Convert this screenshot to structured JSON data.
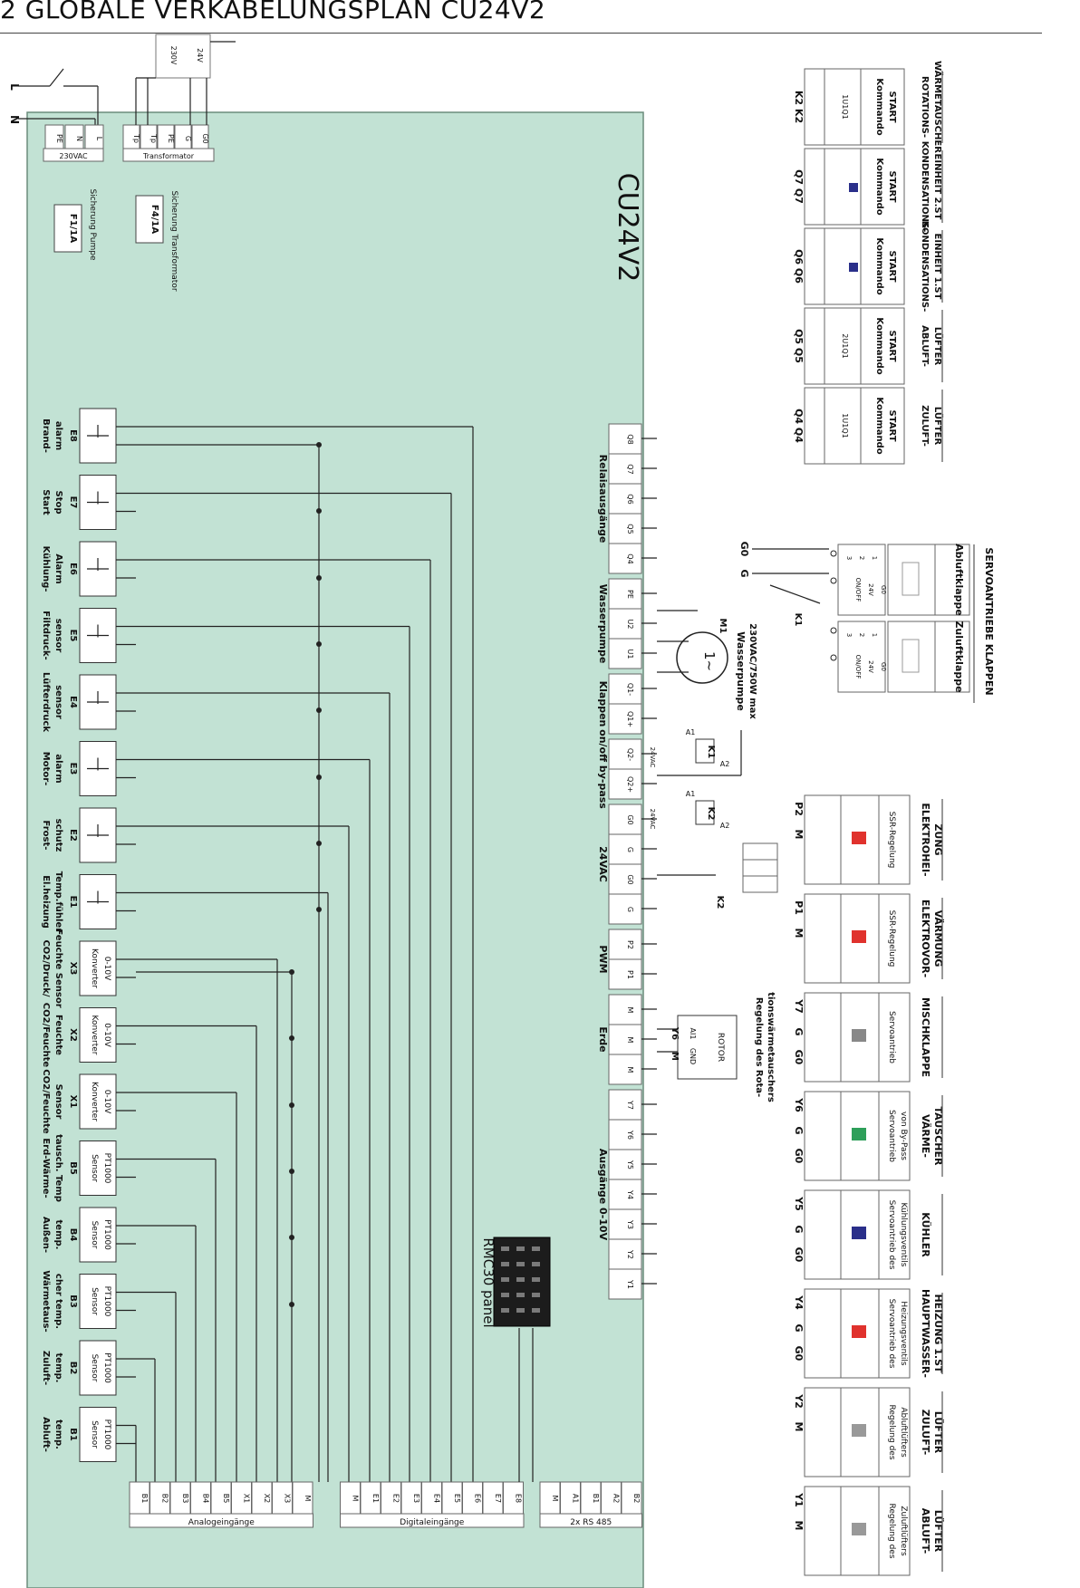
{
  "title": "2   GLOBALE VERKABELUNGSPLAN CU24V2",
  "controller": {
    "name": "CU24V2",
    "panel": "RMC30 panel"
  },
  "supply": {
    "left_labels": [
      "N",
      "L"
    ],
    "terminals_230": [
      "PE",
      "N",
      "L"
    ],
    "label_230": "230VAC",
    "terminals_trafo": [
      "Tp",
      "Tp",
      "PE",
      "G",
      "G0"
    ],
    "label_trafo": "Transformator",
    "trafo_voltages": [
      "230V",
      "24V"
    ]
  },
  "fuses": [
    {
      "id": "F1/1A",
      "label": "Sicherung Pumpe"
    },
    {
      "id": "F4/1A",
      "label": "Sicherung Transformator"
    }
  ],
  "inputs_top": [
    {
      "l1": "Brand-",
      "l2": "alarm",
      "code": "E8",
      "type": "contact"
    },
    {
      "l1": "Start",
      "l2": "Stop",
      "code": "E7",
      "type": "contact"
    },
    {
      "l1": "Kühlung-",
      "l2": "Alarm",
      "code": "E6",
      "type": "contact"
    },
    {
      "l1": "Filtdruck-",
      "l2": "sensor",
      "code": "E5",
      "type": "contact"
    },
    {
      "l1": "Lüfterdruck",
      "l2": "sensor",
      "code": "E4",
      "type": "contact"
    },
    {
      "l1": "Motor-",
      "l2": "alarm",
      "code": "E3",
      "type": "contact"
    },
    {
      "l1": "Frost-",
      "l2": "schutz",
      "code": "E2",
      "type": "contact"
    },
    {
      "l1": "El.heizung",
      "l2": "Temp.fühler",
      "code": "E1",
      "type": "contact"
    },
    {
      "l1": "CO2/Druck/",
      "l2": "Feuchte Sensor",
      "code": "X3",
      "type": "conv",
      "box1": "Konverter",
      "box2": "0-10V"
    },
    {
      "l1": "CO2/Feuchte",
      "l2": "Feuchte",
      "code": "X2",
      "type": "conv",
      "box1": "Konverter",
      "box2": "0-10V"
    },
    {
      "l1": "CO2/Feuchte",
      "l2": "Sensor",
      "code": "X1",
      "type": "conv",
      "box1": "Konverter",
      "box2": "0-10V"
    },
    {
      "l1": "Erd-Wärme-",
      "l2": "tausch. Temp",
      "code": "B5",
      "type": "sensor",
      "box1": "Sensor",
      "box2": "PT1000"
    },
    {
      "l1": "Außen-",
      "l2": "temp.",
      "code": "B4",
      "type": "sensor",
      "box1": "Sensor",
      "box2": "PT1000"
    },
    {
      "l1": "Wärmetaus-",
      "l2": "cher temp.",
      "code": "B3",
      "type": "sensor",
      "box1": "Sensor",
      "box2": "PT1000"
    },
    {
      "l1": "Zuluft-",
      "l2": "temp.",
      "code": "B2",
      "type": "sensor",
      "box1": "Sensor",
      "box2": "PT1000"
    },
    {
      "l1": "Abluft-",
      "l2": "temp.",
      "code": "B1",
      "type": "sensor",
      "box1": "Sensor",
      "box2": "PT1000"
    }
  ],
  "bottom_terminals": {
    "analog": [
      "B1",
      "B2",
      "B3",
      "B4",
      "B5",
      "X1",
      "X2",
      "X3",
      "M"
    ],
    "analog_label": "Analogeingänge",
    "digital": [
      "M",
      "E1",
      "E2",
      "E3",
      "E4",
      "E5",
      "E6",
      "E7",
      "E8"
    ],
    "digital_label": "Digitaleingänge",
    "rs485": [
      "M",
      "A1",
      "B1",
      "A2",
      "B2"
    ],
    "rs485_label": "2x RS 485"
  },
  "right_terminals": [
    {
      "label": "Relaisausgänge",
      "cells": [
        "Q8",
        "Q7",
        "Q6",
        "Q5",
        "Q4"
      ]
    },
    {
      "label": "Wasserpumpe",
      "cells": [
        "PE",
        "U2",
        "U1"
      ]
    },
    {
      "label": "Klappen",
      "cells": [
        "Q1-",
        "Q1+"
      ]
    },
    {
      "label": "on/off by-pass",
      "cells": [
        "Q2-",
        "Q2+"
      ]
    },
    {
      "label": "24VAC",
      "cells": [
        "G0",
        "G",
        "G0",
        "G"
      ]
    },
    {
      "label": "PWM",
      "cells": [
        "P2",
        "P1"
      ]
    },
    {
      "label": "Erde",
      "cells": [
        "M",
        "M",
        "M"
      ]
    },
    {
      "label": "Ausgänge 0-10V",
      "cells": [
        "Y7",
        "Y6",
        "Y5",
        "Y4",
        "Y3",
        "Y2",
        "Y1"
      ]
    }
  ],
  "middle": {
    "pump_motor": "M1",
    "pump_symbol": "1~",
    "pump_label_1": "Wasserpumpe",
    "pump_label_2": "230VAC/750W max",
    "relay_k1": "K1",
    "relay_k2": "K2",
    "relay_pins": [
      "A1",
      "A2"
    ],
    "voltage_tag": "24VAC",
    "rotor_label": "ROTOR",
    "rotor_pins": [
      "AI1",
      "GND"
    ],
    "rotor_header": [
      "Y6",
      "M"
    ],
    "rotor_caption_1": "Regelung des Rota-",
    "rotor_caption_2": "tionswärmetauschers",
    "gnd_labels": [
      "G",
      "G0"
    ]
  },
  "right_outputs": [
    {
      "head": "K2 K2",
      "box": "1U1Q1",
      "c1": "Kommando",
      "c2": "START",
      "sec1": "ROTATIONS-",
      "sec2": "WÄRMETAUSCHER"
    },
    {
      "head": "Q7 Q7",
      "box": "",
      "c1": "Kommando",
      "c2": "START",
      "sec1": "KONDENSATIONS-",
      "sec2": "EINHEIT 2.ST"
    },
    {
      "head": "Q6 Q6",
      "box": "",
      "c1": "Kommando",
      "c2": "START",
      "sec1": "KONDENSATIONS-",
      "sec2": "EINHEIT 1.ST"
    },
    {
      "head": "Q5 Q5",
      "box": "2U1Q1",
      "c1": "Kommando",
      "c2": "START",
      "sec1": "ABLUFT-",
      "sec2": "LÜFTER"
    },
    {
      "head": "Q4 Q4",
      "box": "1U1Q1",
      "c1": "Kommando",
      "c2": "START",
      "sec1": "ZULUFT-",
      "sec2": "LÜFTER"
    }
  ],
  "dampers": {
    "items": [
      "Abluftklappe",
      "Zuluftklappe"
    ],
    "section": "SERVOANTRIEBE KLAPPEN",
    "pins": [
      "3",
      "2",
      "1"
    ],
    "pin_labels": [
      "ON/OFF",
      "24V",
      "G0"
    ]
  },
  "bottom_outputs": [
    {
      "head": [
        "P2",
        "M"
      ],
      "cap1": "SSR-Regelung",
      "cap2": "",
      "sec1": "ELEKTROHEI-",
      "sec2": "ZUNG"
    },
    {
      "head": [
        "P1",
        "M"
      ],
      "cap1": "SSR-Regelung",
      "cap2": "",
      "sec1": "ELEKTROVOR-",
      "sec2": "VÄRMUNG"
    },
    {
      "head": [
        "Y7",
        "G",
        "G0"
      ],
      "cap1": "Servoantrieb",
      "cap2": "",
      "sec1": "MISCHKLAPPE",
      "sec2": ""
    },
    {
      "head": [
        "Y6",
        "G",
        "G0"
      ],
      "cap1": "Servoantrieb",
      "cap2": "von By-Pass",
      "sec1": "VÄRME-",
      "sec2": "TAUSCHER"
    },
    {
      "head": [
        "Y5",
        "G",
        "G0"
      ],
      "cap1": "Servoantrieb des",
      "cap2": "Kühlungsventils",
      "sec1": "KÜHLER",
      "sec2": ""
    },
    {
      "head": [
        "Y4",
        "G",
        "G0"
      ],
      "cap1": "Servoantrieb des",
      "cap2": "Heizungsventils",
      "sec1": "HAUPTWASSER-",
      "sec2": "HEIZUNG 1.ST"
    },
    {
      "head": [
        "Y2",
        "M"
      ],
      "cap1": "Regelung des",
      "cap2": "Abluftlüfters",
      "sec1": "ZULUFT-",
      "sec2": "LÜFTER"
    },
    {
      "head": [
        "Y1",
        "M"
      ],
      "cap1": "Regelung des",
      "cap2": "Zuluftlüfters",
      "sec1": "ABLUFT-",
      "sec2": "LÜFTER"
    }
  ],
  "colors": {
    "board": "#c2e2d4",
    "board_edge": "#6b8c7c",
    "wire": "#222222",
    "red": "#e0322d",
    "green": "#2e9f5a",
    "blue": "#2a2f8a",
    "accent_line": "#4aa386"
  }
}
